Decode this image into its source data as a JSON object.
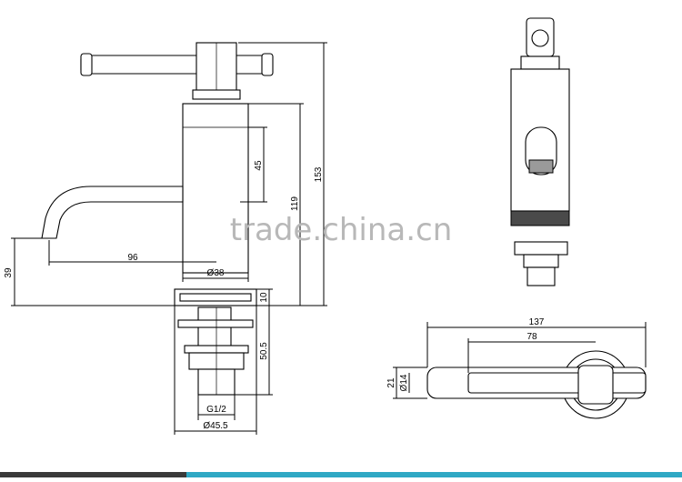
{
  "watermark": "trade.china.cn",
  "front_view": {
    "dimensions": {
      "total_height": "153",
      "spout_height": "119",
      "handle_section": "45",
      "spout_reach": "96",
      "base_height": "39",
      "body_diameter": "Ø38",
      "flange_thickness": "10",
      "thread_length": "50.5",
      "thread_size": "G1/2",
      "flange_diameter": "Ø45.5"
    }
  },
  "top_view": {
    "dimensions": {
      "overall_length": "137",
      "handle_length": "78",
      "width": "21",
      "spout_diameter": "Ø14"
    }
  },
  "colors": {
    "footer_left": "#3a3a3a",
    "footer_right": "#2fa8c4"
  }
}
